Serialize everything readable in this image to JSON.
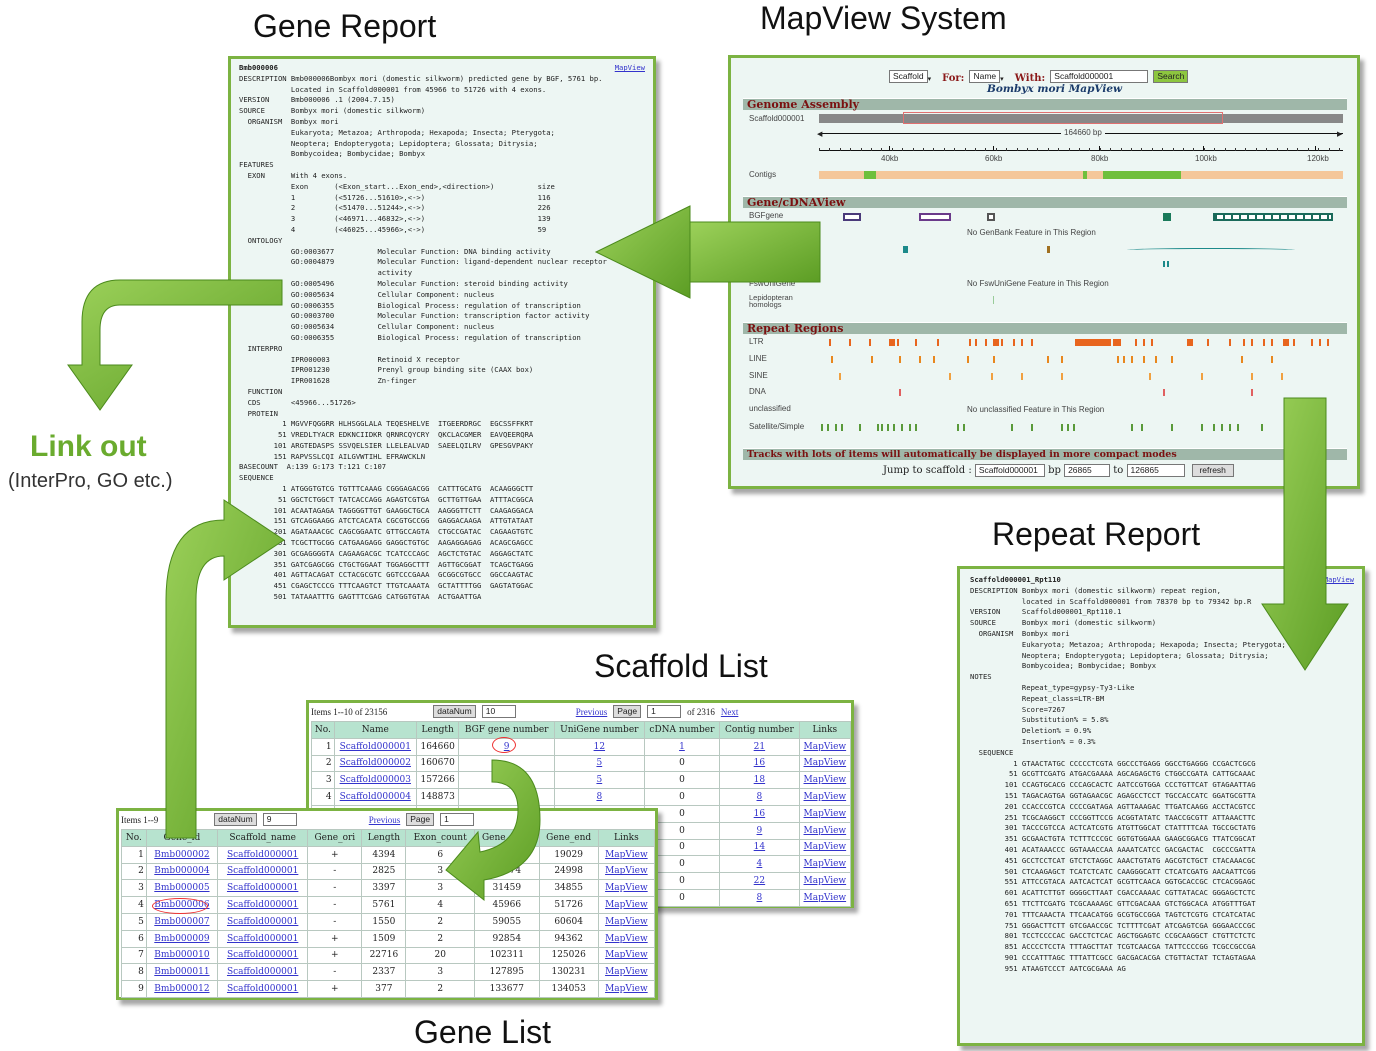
{
  "headings": {
    "gene_report": "Gene  Report",
    "mapview": "MapView System",
    "repeat_report": "Repeat  Report",
    "scaffold_list": "Scaffold List",
    "gene_list": "Gene List",
    "link_out": "Link out",
    "link_out_sub": "(InterPro, GO etc.)"
  },
  "gene_report": {
    "title": "Bmb000006",
    "mapview_link": "MapView",
    "lines": [
      "DESCRIPTION Bmb000006Bombyx mori (domestic silkworm) predicted gene by BGF, 5761 bp.",
      "            Located in Scaffold000001 from 45966 to 51726 with 4 exons.",
      "VERSION     Bmb000006 .1 (2004.7.15)",
      "SOURCE      Bombyx mori (domestic silkworm)",
      "  ORGANISM  Bombyx mori",
      "            Eukaryota; Metazoa; Arthropoda; Hexapoda; Insecta; Pterygota;",
      "            Neoptera; Endopterygota; Lepidoptera; Glossata; Ditrysia;",
      "            Bombycoidea; Bombycidae; Bombyx",
      "FEATURES",
      "  EXON      With 4 exons.",
      "            Exon      (<Exon_start...Exon_end>,<direction>)          size",
      "            1         (<51726...51610>,<->)                          116",
      "            2         (<51470...51244>,<->)                          226",
      "            3         (<46971...46832>,<->)                          139",
      "            4         (<46025...45966>,<->)                          59",
      "  ONTOLOGY",
      "            GO:0003677          Molecular Function: DNA binding activity",
      "            GO:0004879          Molecular Function: ligand-dependent nuclear receptor",
      "                                activity",
      "            GO:0005496          Molecular Function: steroid binding activity",
      "            GO:0005634          Cellular Component: nucleus",
      "            GO:0006355          Biological Process: regulation of transcription",
      "            GO:0003700          Molecular Function: transcription factor activity",
      "            GO:0005634          Cellular Component: nucleus",
      "            GO:0006355          Biological Process: regulation of transcription",
      "  INTERPRO",
      "            IPR000003           Retinoid X receptor",
      "            IPR001230           Prenyl group binding site (CAAX box)",
      "            IPR001628           Zn-finger",
      "  FUNCTION",
      "  CDS       <45966...51726>",
      "  PROTEIN",
      "          1 MGVVFQGGRR HLHSGGLALA TEQESHELVE  ITGEERDRGC  EGCSSFFKRT",
      "         51 VREDLTYACR EDKNCIIDKR QRNRCQYCRY  QKCLACGMER  EAVQEERQRA",
      "        101 ARGTEDASPS SSVQELSIER LLELEALVAD  SAEELQILRV  GPESGVPAKY",
      "        151 RAPVSSLCQI AILGVWTIHL EFRAWCKLN",
      "BASECOUNT  A:139 G:173 T:121 C:107",
      "SEQUENCE",
      "          1 ATGGGTGTCG TGTTTCAAAG CGGGAGACGG  CATTTGCATG  ACAAGGGCTT",
      "         51 GGCTCTGGCT TATCACCAGG AGAGTCGTGA  GCTTGTTGAA  ATTTACGGCA",
      "        101 ACAATAGAGA TAGGGGTTGT GAAGGCTGCA  AAGGGTTCTT  CAAGAGGACA",
      "        151 GTCAGGAAGG ATCTCACATA CGCGTGCCGG  GAGGACAAGA  ATTGTATAAT",
      "        201 AGATAAACGC CAGCGGAATC GTTGCCAGTA  CTGCCGATAC  CAGAAGTGTC",
      "        251 TCGCTTGCGG CATGAAGAGG GAGGCTGTGC  AAGAGGAGAG  ACAGCGAGCC",
      "        301 GCGAGGGGTA CAGAAGACGC TCATCCCAGC  AGCTCTGTAC  AGGAGCTATC",
      "        351 GATCGAGCGG CTGCTGGAAT TGGAGGCTTT  AGTTGCGGAT  TCAGCTGAGG",
      "        401 AGTTACAGAT CCTACGCGTC GGTCCCGAAA  GCGGCGTGCC  GGCCAAGTAC",
      "        451 CGAGCTCCCG TTTCAAGTCT TTGTCAAATA  GCTATTTTGG  GAGTATGGAC",
      "        501 TATAAATTTG GAGTTTCGAG CATGGTGTAA  ACTGAATTGA"
    ]
  },
  "mapview": {
    "select": "Scaffold",
    "for_label": "For:",
    "for_value": "Name",
    "with_label": "With:",
    "with_value": "Scaffold000001",
    "search": "Search",
    "subtitle": "Bombyx mori MapView",
    "genome_assembly": "Genome Assembly",
    "scaffold_name": "Scaffold000001",
    "span": "164660 bp",
    "ticks": [
      "40kb",
      "60kb",
      "80kb",
      "100kb",
      "120kb"
    ],
    "contigs": "Contigs",
    "gene_view": "Gene/cDNAView",
    "bgf": "BGFgene",
    "genbank": "GenBank",
    "genbank_msg": "No GenBank  Feature in This Region",
    "fsw": "FswUniGene",
    "fsw_msg": "No FswUniGene  Feature in This Region",
    "lepi": "Lepidopteran homologs",
    "repeat": "Repeat Regions",
    "tracks": [
      "LTR",
      "LINE",
      "SINE",
      "DNA",
      "unclassified",
      "Satellite/Simple"
    ],
    "unclassified_msg": "No unclassified  Feature in This Region",
    "compact": "Tracks with lots of items will automatically be displayed in more compact modes",
    "jump": "Jump to scaffold :",
    "jump_scaffold": "Scaffold000001",
    "bp": "bp",
    "from": "26865",
    "to": "to",
    "to_value": "126865",
    "refresh": "refresh"
  },
  "repeat_report": {
    "title": "Scaffold000001_Rpt110",
    "mapview_link": "MapView",
    "lines": [
      "DESCRIPTION Bombyx mori (domestic silkworm) repeat region,",
      "            located in Scaffold000001 from 78370 bp to 79342 bp.R",
      "VERSION     Scaffold000001_Rpt110.1",
      "SOURCE      Bombyx mori (domestic silkworm)",
      "  ORGANISM  Bombyx mori",
      "            Eukaryota; Metazoa; Arthropoda; Hexapoda; Insecta; Pterygota;",
      "            Neoptera; Endopterygota; Lepidoptera; Glossata; Ditrysia;",
      "            Bombycoidea; Bombycidae; Bombyx",
      "NOTES",
      "            Repeat_type=gypsy-Ty3-Like",
      "            Repeat_class=LTR-BM",
      "            Score=7267",
      "            Substitution% = 5.8%",
      "            Deletion% = 0.9%",
      "            Insertion% = 0.3%",
      "  SEQUENCE",
      "          1 GTAACTATGC CCCCCTCGTA GGCCCTGAGG GGCCTGAGGG CCGACTCGCG",
      "         51 GCGTTCGATG ATGACGAAAA AGCAGAGCTG CTGGCCGATA CATTGCAAAC",
      "        101 CCAGTGCACG CCCAGCACTC AATCCGTGGA CCCTGTTCAT GTAGAATTAG",
      "        151 TAGACAGTGA GGTAGAACGC AGAGCCTCCT TGCCACCATC GGATGCGTTA",
      "        201 CCACCCGTCA CCCCGATAGA AGTTAAAGAC TTGATCAAGG ACCTACGTCC",
      "        251 TCGCAAGGCT CCCGGTTCCG ACGGTATATC TAACCGCGTT ATTAAACTTC",
      "        301 TACCCGTCCA ACTCATCGTG ATGTTGGCAT CTATTTTCAA TGCCGCTATG",
      "        351 GCGAACTGTA TCTTTCCCGC GGTGTGGAAA GAAGCGGACG TTATCGGCAT",
      "        401 ACATAAACCC GGTAAACCAA AAAATCATCC GACGACTAC  CGCCCGATTA",
      "        451 GCCTCCTCAT GTCTCTAGGC AAACTGTATG AGCGTCTGCT CTACAAACGC",
      "        501 CTCAAGAGCT TCATCTCATC CAAGGGCATT CTCATCGATG AACAATTCGG",
      "        551 ATTCCGTACA AATCACTCAT GCGTTCAACA GGTGCACCGC CTCACGGAGC",
      "        601 ACATTCTTGT GGGGCTTAAT CGACCAAAAC CGTTATACAC GGGAGCTCTC",
      "        651 TTCTTCGATG TCGCAAAAGC GTTCGACAAA GTCTGGCACA ATGGTTTGAT",
      "        701 TTTCAAACTA TTCAACATGG GCGTGCCGGA TAGTCTCGTG CTCATCATAC",
      "        751 GGGACTTCTT GTCGAACCGC TCTTTTCGAT ATCGAGTCGA GGGAACCCGC",
      "        801 TCCTCCCCAC GACCTCTCAC AGCTGGAGTC CCGCAAGGCT CTGTTCTCTC",
      "        851 ACCCCTCCTA TTTAGCTTAT TCGTCAACGA TATTCCCCGG TCGCCGCCGA",
      "        901 CCCATTTAGC TTTATTCGCC GACGACACGA CTGTTACTAT TCTAGTAGAA",
      "        951 ATAAGTCCCT AATCGCGAAA AG"
    ]
  },
  "scaffold_list": {
    "items": "Items 1--10 of 23156",
    "datanum": "dataNum",
    "datanum_value": "10",
    "previous": "Previous",
    "page": "Page",
    "page_value": "1",
    "of": "of 2316",
    "next": "Next",
    "columns": [
      "No.",
      "Name",
      "Length",
      "BGF gene number",
      "UniGene number",
      "cDNA number",
      "Contig number",
      "Links"
    ],
    "rows": [
      [
        "1",
        "Scaffold000001",
        "164660",
        "9",
        "12",
        "1",
        "21",
        "MapView"
      ],
      [
        "2",
        "Scaffold000002",
        "160670",
        "",
        "5",
        "0",
        "16",
        "MapView"
      ],
      [
        "3",
        "Scaffold000003",
        "157266",
        "",
        "5",
        "0",
        "18",
        "MapView"
      ],
      [
        "4",
        "Scaffold000004",
        "148873",
        "",
        "8",
        "0",
        "8",
        "MapView"
      ],
      [
        "",
        "",
        "",
        "",
        "",
        "0",
        "16",
        "MapView"
      ],
      [
        "",
        "",
        "",
        "",
        "",
        "0",
        "9",
        "MapView"
      ],
      [
        "",
        "",
        "",
        "",
        "",
        "0",
        "14",
        "MapView"
      ],
      [
        "",
        "",
        "",
        "",
        "",
        "0",
        "4",
        "MapView"
      ],
      [
        "",
        "",
        "",
        "",
        "",
        "0",
        "22",
        "MapView"
      ],
      [
        "",
        "",
        "",
        "",
        "",
        "0",
        "8",
        "MapView"
      ]
    ]
  },
  "gene_list": {
    "items": "Items 1--9",
    "datanum": "dataNum",
    "datanum_value": "9",
    "previous": "Previous",
    "page": "Page",
    "page_value": "1",
    "columns": [
      "No.",
      "Gene_id",
      "Scaffold_name",
      "Gene_ori",
      "Length",
      "Exon_count",
      "Gene_start",
      "Gene_end",
      "Links"
    ],
    "rows": [
      [
        "1",
        "Bmb000002",
        "Scaffold000001",
        "+",
        "4394",
        "6",
        "",
        "19029",
        "MapView"
      ],
      [
        "2",
        "Bmb000004",
        "Scaffold000001",
        "-",
        "2825",
        "3",
        "22174",
        "24998",
        "MapView"
      ],
      [
        "3",
        "Bmb000005",
        "Scaffold000001",
        "-",
        "3397",
        "3",
        "31459",
        "34855",
        "MapView"
      ],
      [
        "4",
        "Bmb000006",
        "Scaffold000001",
        "-",
        "5761",
        "4",
        "45966",
        "51726",
        "MapView"
      ],
      [
        "5",
        "Bmb000007",
        "Scaffold000001",
        "-",
        "1550",
        "2",
        "59055",
        "60604",
        "MapView"
      ],
      [
        "6",
        "Bmb000009",
        "Scaffold000001",
        "+",
        "1509",
        "2",
        "92854",
        "94362",
        "MapView"
      ],
      [
        "7",
        "Bmb000010",
        "Scaffold000001",
        "+",
        "22716",
        "20",
        "102311",
        "125026",
        "MapView"
      ],
      [
        "8",
        "Bmb000011",
        "Scaffold000001",
        "-",
        "2337",
        "3",
        "127895",
        "130231",
        "MapView"
      ],
      [
        "9",
        "Bmb000012",
        "Scaffold000001",
        "+",
        "377",
        "2",
        "133677",
        "134053",
        "MapView"
      ]
    ]
  }
}
